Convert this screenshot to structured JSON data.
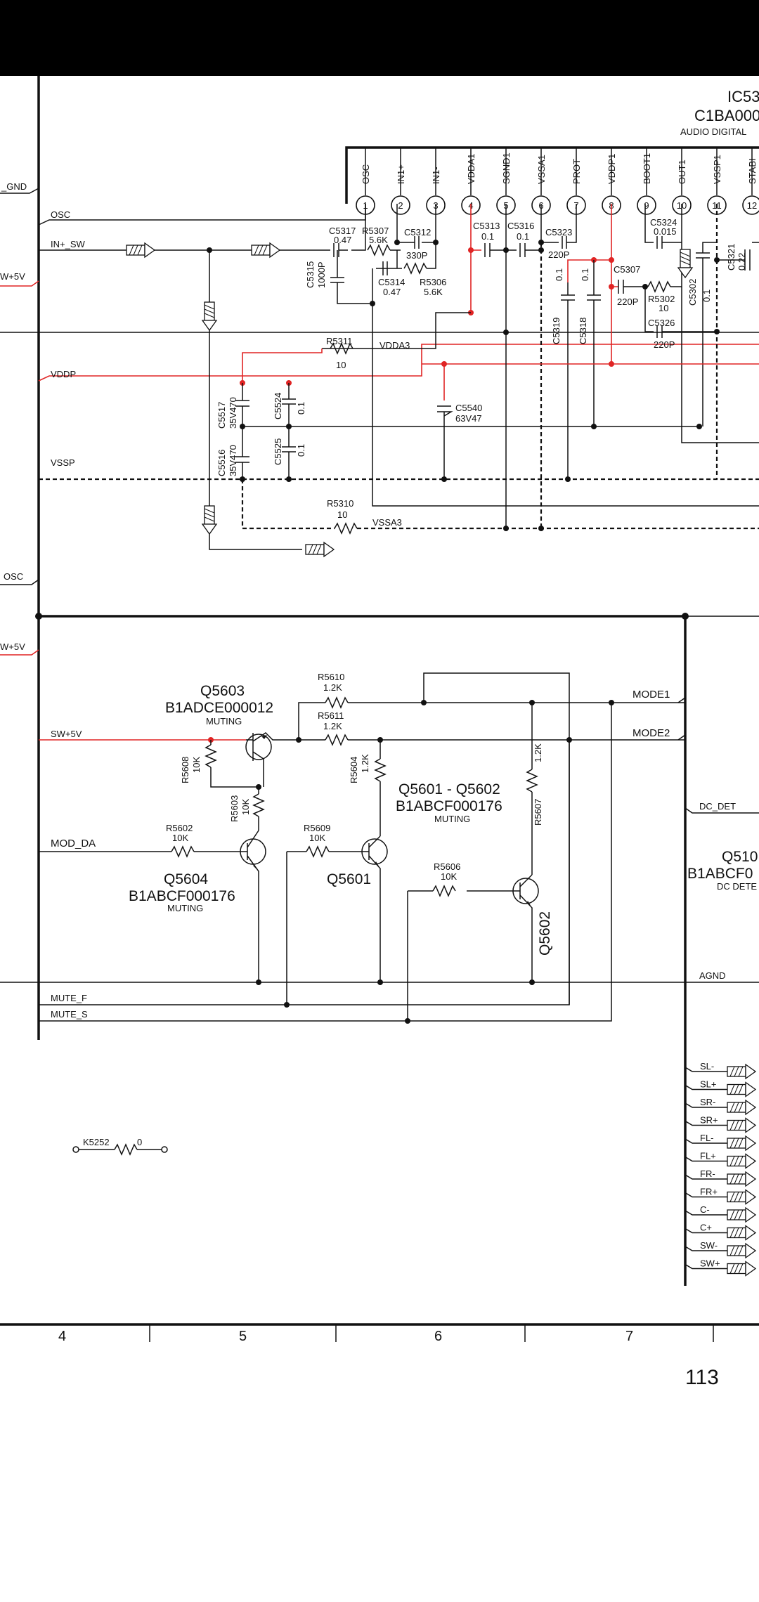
{
  "ic": {
    "ref": "IC53",
    "part": "C1BA000",
    "desc": "AUDIO DIGITAL",
    "pins": [
      {
        "num": "1",
        "name": "OSC"
      },
      {
        "num": "2",
        "name": "IN1+"
      },
      {
        "num": "3",
        "name": "IN1-"
      },
      {
        "num": "4",
        "name": "VDDA1"
      },
      {
        "num": "5",
        "name": "SGND1"
      },
      {
        "num": "6",
        "name": "VSSA1"
      },
      {
        "num": "7",
        "name": "PROT"
      },
      {
        "num": "8",
        "name": "VDDP1"
      },
      {
        "num": "9",
        "name": "BOOT1"
      },
      {
        "num": "10",
        "name": "OUT1"
      },
      {
        "num": "11",
        "name": "VSSP1"
      },
      {
        "num": "12",
        "name": "STABI"
      }
    ]
  },
  "left_nets": {
    "gnd": "_GND",
    "osc": "OSC",
    "in_sw": "IN+_SW",
    "w5v": "W+5V",
    "vddp": "VDDP",
    "vssp": "VSSP",
    "osc2": "OSC",
    "w5v2": "W+5V",
    "sw5v": "SW+5V",
    "mod_da": "MOD_DA",
    "mute_f": "MUTE_F",
    "mute_s": "MUTE_S"
  },
  "nets": {
    "vdda3": "VDDA3",
    "vssa3": "VSSA3",
    "mode1": "MODE1",
    "mode2": "MODE2",
    "dc_det": "DC_DET",
    "agnd": "AGND"
  },
  "components": {
    "c5317": [
      "C5317",
      "0.47"
    ],
    "r5307": [
      "R5307",
      "5.6K"
    ],
    "c5312": [
      "C5312",
      "330P"
    ],
    "c5314": [
      "C5314",
      "0.47"
    ],
    "r5306": [
      "R5306",
      "5.6K"
    ],
    "c5315": [
      "C5315",
      "1000P"
    ],
    "c5313": [
      "C5313",
      "0.1"
    ],
    "c5316": [
      "C5316",
      "0.1"
    ],
    "c5323": [
      "C5323",
      "220P"
    ],
    "c5324": [
      "C5324",
      "0.015"
    ],
    "c5321": [
      "C5321",
      "0.22"
    ],
    "c5307": [
      "C5307",
      "220P"
    ],
    "r5302": [
      "R5302",
      "10"
    ],
    "c5302": [
      "C5302",
      "0.1"
    ],
    "c5326": [
      "C5326",
      "220P"
    ],
    "c5319": [
      "C5319",
      "0.1"
    ],
    "c5318": [
      "C5318",
      "0.1"
    ],
    "r5311": [
      "R5311",
      "10"
    ],
    "c5517": [
      "C5517",
      "35V470"
    ],
    "c5524": [
      "C5524",
      "0.1"
    ],
    "c5540": [
      "C5540",
      "63V47"
    ],
    "c5516": [
      "C5516",
      "35V470"
    ],
    "c5525": [
      "C5525",
      "0.1"
    ],
    "r5310": [
      "R5310",
      "10"
    ],
    "r5610": [
      "R5610",
      "1.2K"
    ],
    "r5611": [
      "R5611",
      "1.2K"
    ],
    "r5608": [
      "R5608",
      "10K"
    ],
    "r5603": [
      "R5603",
      "10K"
    ],
    "r5604": [
      "R5604",
      "1.2K"
    ],
    "r5607": [
      "R5607",
      "1.2K"
    ],
    "r5602": [
      "R5602",
      "10K"
    ],
    "r5609": [
      "R5609",
      "10K"
    ],
    "r5606": [
      "R5606",
      "10K"
    ],
    "k5252": [
      "K5252",
      "0"
    ]
  },
  "transistors": {
    "q5603": {
      "ref": "Q5603",
      "part": "B1ADCE000012",
      "func": "MUTING"
    },
    "q5601_2": {
      "ref": "Q5601 - Q5602",
      "part": "B1ABCF000176",
      "func": "MUTING"
    },
    "q5604": {
      "ref": "Q5604",
      "part": "B1ABCF000176",
      "func": "MUTING"
    },
    "q5601": {
      "ref": "Q5601"
    },
    "q5602": {
      "ref": "Q5602"
    },
    "q510": {
      "ref": "Q510",
      "part": "B1ABCF0",
      "func": "DC DETE"
    }
  },
  "speaker_outputs": [
    "SL-",
    "SL+",
    "SR-",
    "SR+",
    "FL-",
    "FL+",
    "FR-",
    "FR+",
    "C-",
    "C+",
    "SW-",
    "SW+"
  ],
  "grid_columns": [
    "4",
    "5",
    "6",
    "7"
  ],
  "page_number": "113"
}
